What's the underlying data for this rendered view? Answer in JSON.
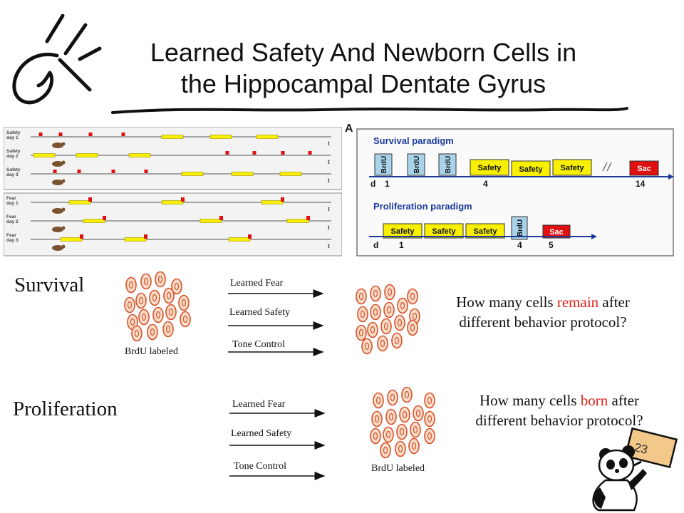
{
  "title": {
    "line1": "Learned Safety And Newborn Cells in",
    "line2": "the Hippocampal Dentate Gyrus"
  },
  "figure": {
    "panel_letter": "A",
    "left_rows": [
      "Safety\nday 1",
      "Safety\nday 2",
      "Safety\nday 3",
      "Fear\nday 1",
      "Fear\nday 2",
      "Fear\nday 3"
    ],
    "time_label": "t",
    "survival": {
      "title": "Survival paradigm",
      "boxes": [
        "BrdU",
        "BrdU",
        "BrdU",
        "Safety",
        "Safety",
        "Safety",
        "Sac"
      ],
      "axis_start": "d",
      "axis_numbers": [
        "1",
        "4",
        "14"
      ]
    },
    "proliferation": {
      "title": "Proliferation paradigm",
      "boxes": [
        "Safety",
        "Safety",
        "Safety",
        "BrdU",
        "Sac"
      ],
      "axis_start": "d",
      "axis_numbers": [
        "1",
        "4",
        "5"
      ]
    }
  },
  "survival": {
    "label": "Survival",
    "brdu_label": "BrdU labeled",
    "arrows": [
      "Learned Fear",
      "Learned Safety",
      "Tone Control"
    ],
    "question": {
      "before": "How many cells ",
      "highlight": "remain",
      "after": " after",
      "line2": "different behavior protocol?"
    }
  },
  "proliferation": {
    "label": "Proliferation",
    "brdu_label": "BrdU labeled",
    "arrows": [
      "Learned Fear",
      "Learned Safety",
      "Tone Control"
    ],
    "question": {
      "before": "How many cells ",
      "highlight": "born",
      "after": " after",
      "line2": "different behavior protocol?"
    }
  },
  "slide_number": "23",
  "colors": {
    "cell_fill": "#f7dcc8",
    "cell_stroke": "#d9512b",
    "highlight": "#e0201c",
    "safety_box": "#f8f000",
    "brdu_box": "#a9d3e8",
    "sac_box": "#e01010",
    "figure_blue": "#1a3a9c"
  }
}
